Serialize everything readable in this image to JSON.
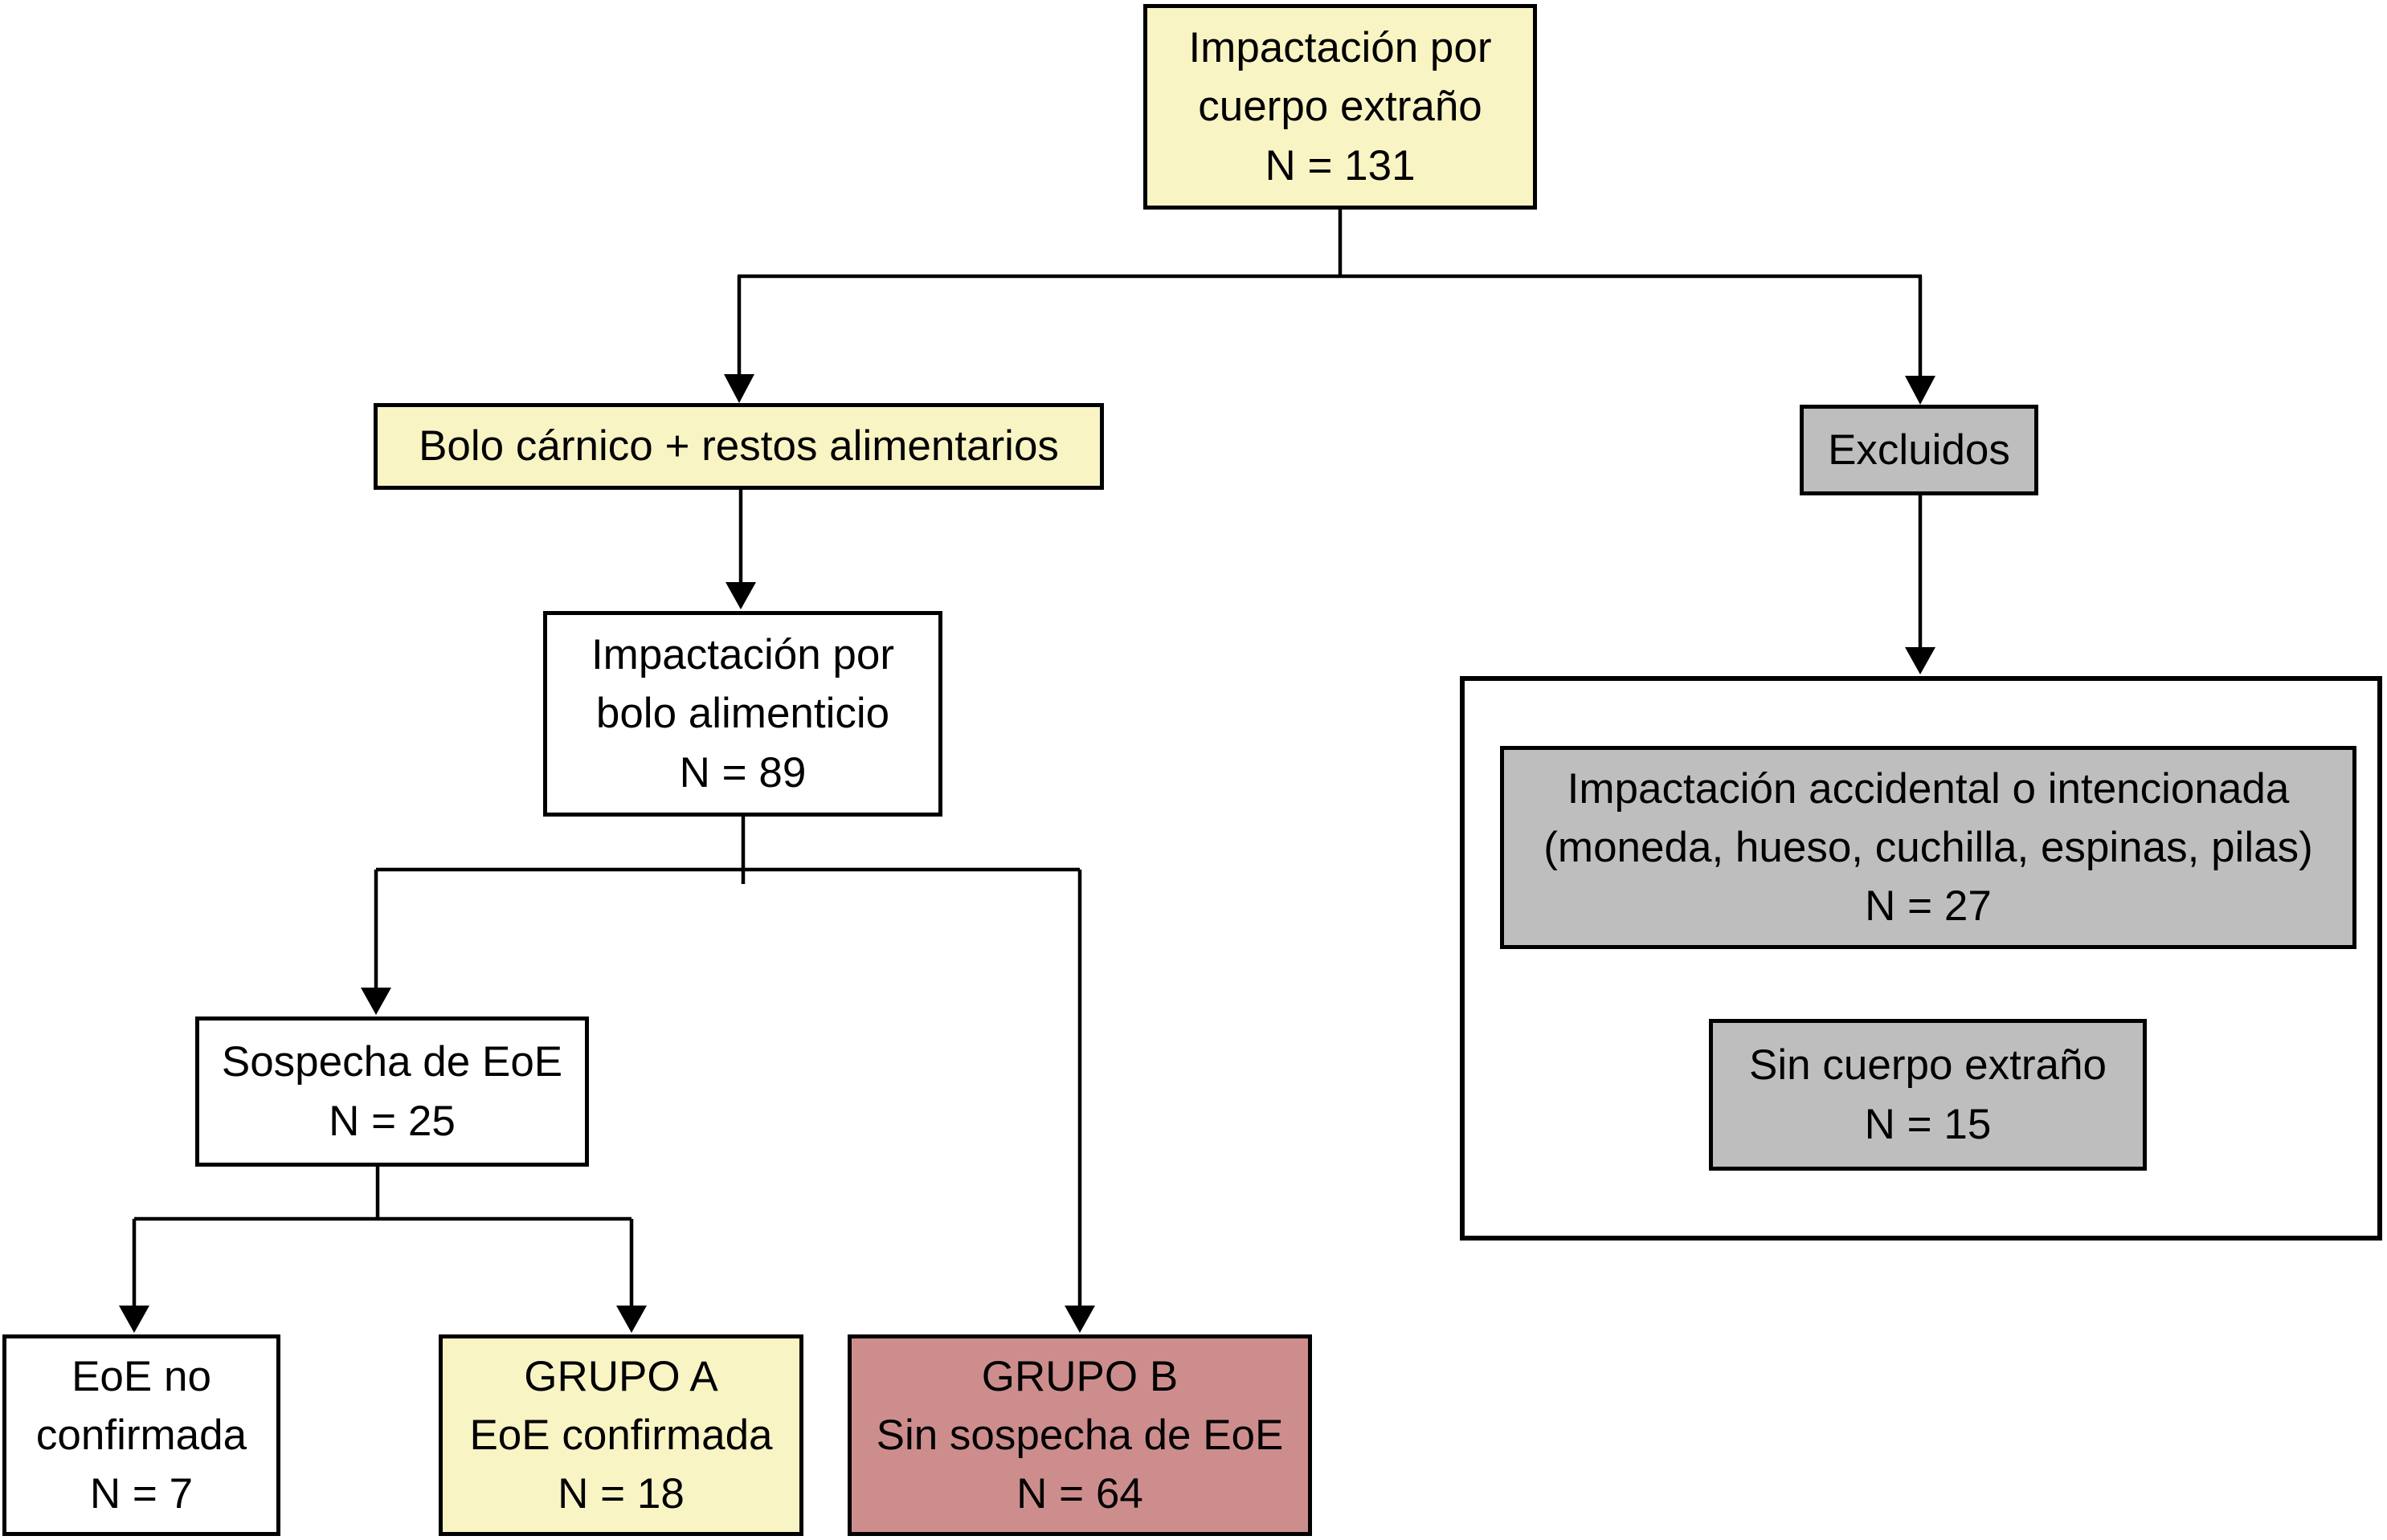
{
  "diagram": {
    "language": "es",
    "colors": {
      "yellow": "#F9F4C4",
      "gray": "#BEBEBE",
      "pink": "#CE8D8D",
      "white": "#FFFFFF",
      "line": "#000000"
    },
    "boxes": {
      "root": {
        "lines": [
          "Impactación por",
          "cuerpo extraño",
          "N = 131"
        ],
        "n": 131,
        "fill": "yellow"
      },
      "bolo_carnico": {
        "lines": [
          "Bolo cárnico + restos alimentarios"
        ],
        "fill": "yellow"
      },
      "excluidos": {
        "lines": [
          "Excluidos"
        ],
        "fill": "gray"
      },
      "bolo_alimenticio": {
        "lines": [
          "Impactación por",
          "bolo alimenticio",
          "N = 89"
        ],
        "n": 89,
        "fill": "white"
      },
      "sospecha": {
        "lines": [
          "Sospecha de EoE",
          "N = 25"
        ],
        "n": 25,
        "fill": "white"
      },
      "eoe_no_confirmada": {
        "lines": [
          "EoE no",
          "confirmada",
          "N = 7"
        ],
        "n": 7,
        "fill": "white"
      },
      "grupo_a": {
        "lines": [
          "GRUPO A",
          "EoE confirmada",
          "N = 18"
        ],
        "n": 18,
        "fill": "yellow"
      },
      "grupo_b": {
        "lines": [
          "GRUPO B",
          "Sin sospecha de EoE",
          "N = 64"
        ],
        "n": 64,
        "fill": "pink"
      },
      "impactacion_accidental": {
        "lines": [
          "Impactación accidental o intencionada",
          "(moneda, hueso, cuchilla, espinas, pilas)",
          "N = 27"
        ],
        "n": 27,
        "fill": "gray"
      },
      "sin_cuerpo_extrano": {
        "lines": [
          "Sin cuerpo extraño",
          "N = 15"
        ],
        "n": 15,
        "fill": "gray"
      }
    },
    "edges": [
      {
        "from": "root",
        "to": "bolo_carnico"
      },
      {
        "from": "root",
        "to": "excluidos"
      },
      {
        "from": "bolo_carnico",
        "to": "bolo_alimenticio"
      },
      {
        "from": "bolo_alimenticio",
        "to": "sospecha"
      },
      {
        "from": "bolo_alimenticio",
        "to": "grupo_b"
      },
      {
        "from": "sospecha",
        "to": "eoe_no_confirmada"
      },
      {
        "from": "sospecha",
        "to": "grupo_a"
      },
      {
        "from": "excluidos",
        "to": "exclusion_group"
      }
    ]
  }
}
